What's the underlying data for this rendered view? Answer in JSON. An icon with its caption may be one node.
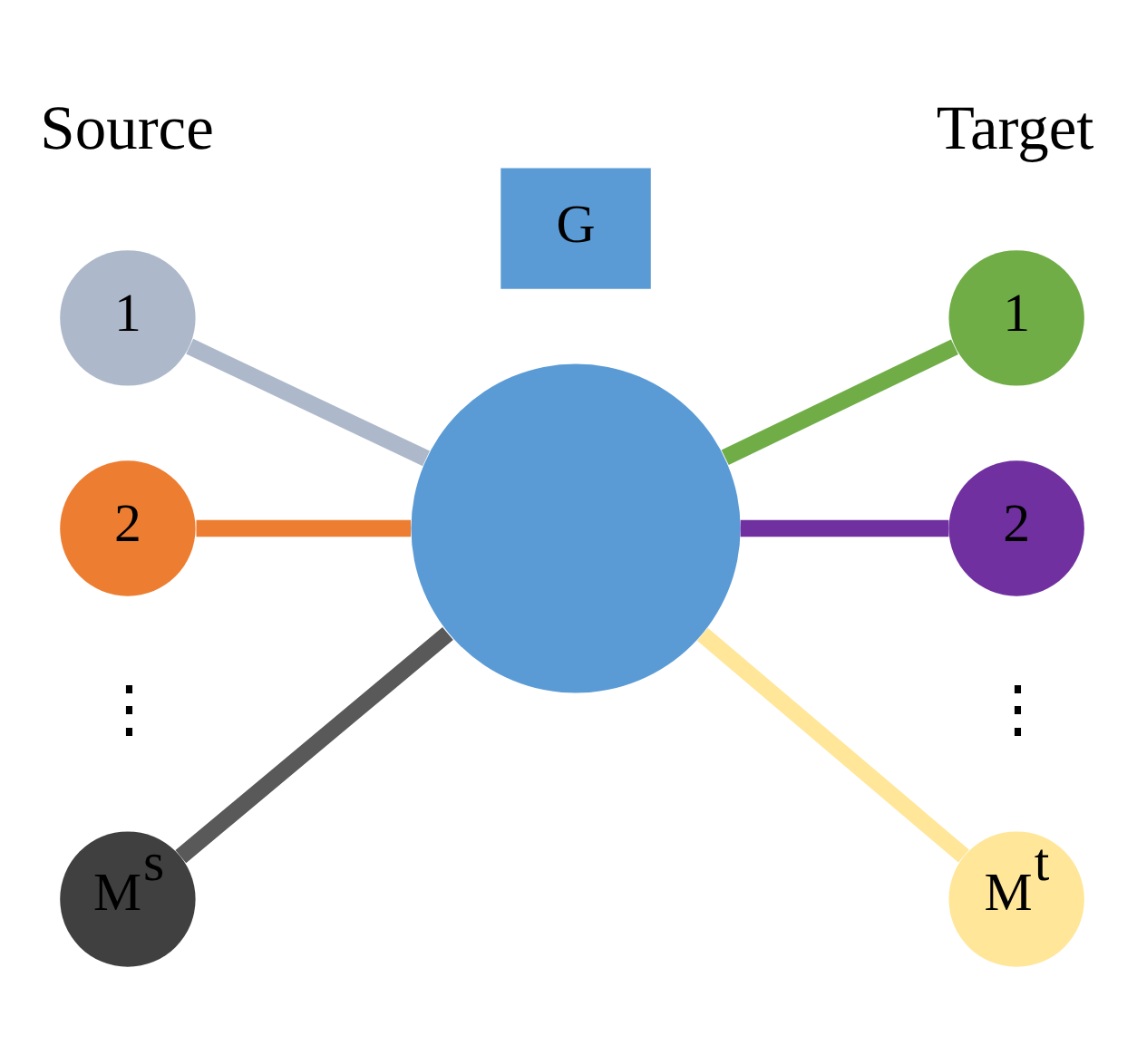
{
  "diagram": {
    "nodes": [
      {
        "text": [
          "1"
        ]
      },
      {
        "text": [
          "2"
        ]
      },
      {
        "text": [
          "M$^{s}$"
        ]
      },
      {
        "text": [],
        "shape": "circle"
      },
      {
        "text": [
          "G"
        ]
      },
      {
        "text": [
          "1"
        ]
      },
      {
        "text": [
          "2"
        ]
      },
      {
        "text": [
          "M$^{t}$"
        ]
      }
    ],
    "edges": [
      {
        "from": 0,
        "to": 3,
        "arrow": "none",
        "color": "#adb9ca"
      },
      {
        "from": 1,
        "to": 3,
        "arrow": "none",
        "color": "#ed7d31"
      },
      {
        "from": 2,
        "to": 3,
        "arrow": "none",
        "color": "#595959"
      },
      {
        "from": 3,
        "to": 5,
        "arrow": "none",
        "color": "#70ad47"
      },
      {
        "from": 3,
        "to": 6,
        "arrow": "none",
        "color": "#7030a0"
      },
      {
        "from": 3,
        "to": 7,
        "arrow": "none",
        "color": "#ffe699"
      }
    ],
    "labels": [
      "Source",
      "Target",
      "⋮",
      "⋮"
    ]
  }
}
